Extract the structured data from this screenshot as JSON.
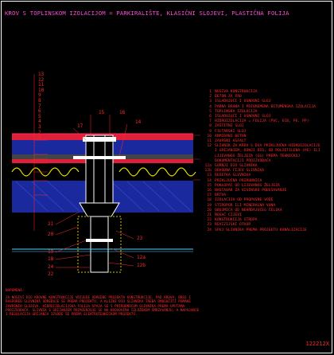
{
  "title": "KROV S TOPLINSKOM IZOLACIJOM = PARKIRALIŠTE, KLASIČNI SLOJEVI, PLASTIČNA FOLIJA",
  "callouts_left": [
    "13",
    "12",
    "11",
    "10",
    "9",
    "8",
    "7",
    "6",
    "5",
    "4",
    "3",
    "2",
    "1"
  ],
  "callouts_top": [
    "17",
    "15",
    "16",
    "14"
  ],
  "callouts_bottom_left": [
    "21",
    "20",
    "19",
    "18",
    "24",
    "22"
  ],
  "callouts_bottom_right": [
    "23",
    "12a",
    "12b"
  ],
  "legend": [
    {
      "num": "1",
      "text": "NOSIVA KONSTRUKCIJA"
    },
    {
      "num": "2",
      "text": "BETON ZA PAD"
    },
    {
      "num": "3",
      "text": "ISLADUJUĆI I OSNOVNI SLOJ"
    },
    {
      "num": "4",
      "text": "PARNA BRANA I PRIVREMENA BITUMENSKA IZOLACIJA"
    },
    {
      "num": "5",
      "text": "TOPLINSKA IZOLACIJA"
    },
    {
      "num": "6",
      "text": "ISLADUJUĆI I OSNOVNI SLOJ"
    },
    {
      "num": "7",
      "text": "HIDROIZOLACIJA = FOLIJA (PVC, ECB, PE, PP)"
    },
    {
      "num": "8",
      "text": "ZAŠTITNI SLOJ"
    },
    {
      "num": "9",
      "text": "FILTARSKI SLOJ"
    },
    {
      "num": "10",
      "text": "ARMIRANI BETON"
    },
    {
      "num": "11",
      "text": "ZAVRŠNI ASFALT"
    },
    {
      "num": "12",
      "text": "SLIVNIK ZA KROV S DVA PRIKLJUČKA HIDROIZOLACIJE\nI GRIJANJEM, DONJI DIO, OD POLIETILENA (PE) ILI\nLIJEVANOG ŽELJEZA (GG) PREMA TEHNIČKOJ\nDOKUMENTACIJI PROIZVOĐAČA"
    },
    {
      "num": "12a",
      "text": "GORNJI DIO SLIVNIKA"
    },
    {
      "num": "12b",
      "text": "ODVODNA CIJEV SLIVNIKA"
    },
    {
      "num": "13",
      "text": "REŠETKA SLIVNIKA"
    },
    {
      "num": "14",
      "text": "PRIKLJUČNA PRIRUBNICA"
    },
    {
      "num": "15",
      "text": "POKLOPAC OD LIJEVANOG ŽELJEZA"
    },
    {
      "num": "16",
      "text": "NASTAVAK ZA VISINSKO PODEŠAVANJE"
    },
    {
      "num": "17",
      "text": "BRTVA"
    },
    {
      "num": "18",
      "text": "IZOLACIJA OD PROPUSNE VODE"
    },
    {
      "num": "19",
      "text": "STIROPOR ILI MINERALNA VUNA"
    },
    {
      "num": "20",
      "text": "OBUJMICA OD NEHRĐAJUĆEG ČELIKA"
    },
    {
      "num": "21",
      "text": "NOSAČ CIJEVI"
    },
    {
      "num": "22",
      "text": "KONSTRUKCIJA STROPA"
    },
    {
      "num": "23",
      "text": "REVIZIJSKI OTVOR"
    },
    {
      "num": "24",
      "text": "SPOJ SLIVNIKA PREMA PROJEKTU KANALIZACIJE"
    }
  ],
  "notes": {
    "heading": "NAPOMENA:",
    "text": "ZA NOSIVI DIO KROVNE KONSTRUKCIJE VRIJEDE ODREDBE PROJEKTA KONSTRUKCIJE. PAD KROVA, BROJ I RASPORED SLIVNIKA ODREĐUJE SE PREMA PROJEKTU, A KLIZNI DIO SLIVNIKA TREBA OMOGUĆITI POMAKE ZAVRŠNIH SLOJEVA. HIDROIZOLACIJSKA FOLIJA SPAJA SE S PRIRUBNICOM SLIVNIKA PREMA UPUTAMA PROIZVOĐAČA. SLIVNIK S GRIJANJEM PRIMJENJUJE SE NA KROVOVIMA IZLOŽENIM SMRZAVANJU, A NAPAJANJE I REGULACIJA GRIJANJA IZVODE SE PREMA ELEKTROTEHNIČKOM PROJEKTU."
  },
  "drawing_code": "122212X",
  "colors": {
    "title": "#ff4fd8",
    "text": "#ff2a2a",
    "concrete": "#1a2a9e",
    "insulation": "#e8e000",
    "membrane": "#e0203a",
    "steel": "#ffffff",
    "mineral_wool": "#d8c400",
    "filter": "#888888"
  }
}
